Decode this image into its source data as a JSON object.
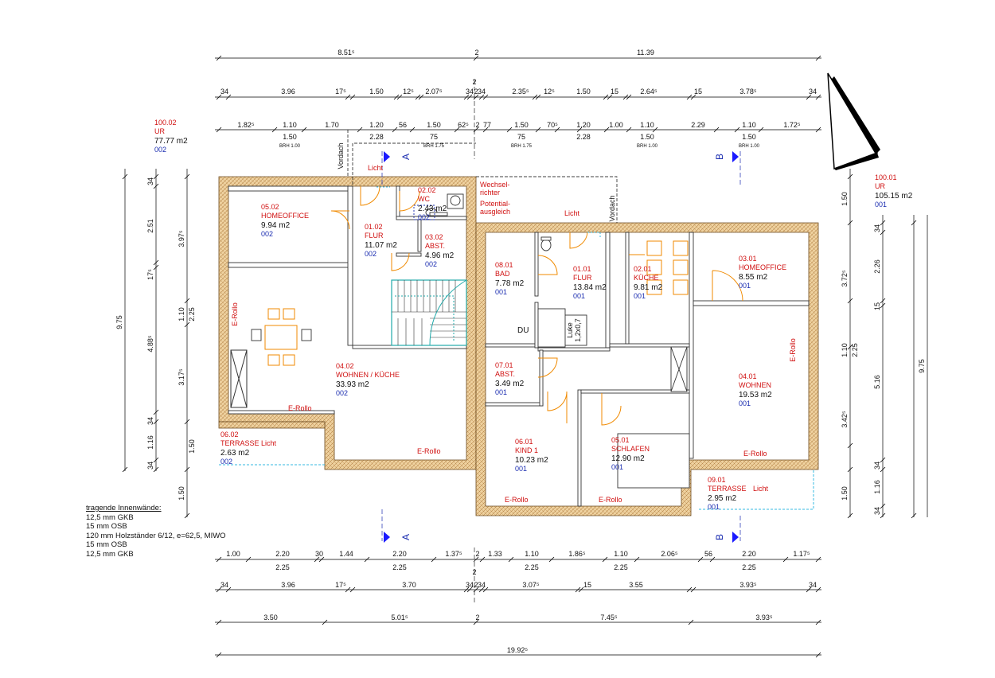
{
  "rooms": [
    {
      "num": "05.02",
      "name": "HOMEOFFICE",
      "area": "9.94 m2",
      "level": "002"
    },
    {
      "num": "01.02",
      "name": "FLUR",
      "area": "11.07 m2",
      "level": "002"
    },
    {
      "num": "02.02",
      "name": "WC",
      "area": "2.43 m2",
      "level": "002"
    },
    {
      "num": "03.02",
      "name": "ABST.",
      "area": "4.96 m2",
      "level": "002"
    },
    {
      "num": "04.02",
      "name": "WOHNEN / KÜCHE",
      "area": "33.93 m2",
      "level": "002"
    },
    {
      "num": "06.02",
      "name": "TERRASSE",
      "area": "2.63 m2",
      "level": "002"
    },
    {
      "num": "08.01",
      "name": "BAD",
      "area": "7.78 m2",
      "level": "001"
    },
    {
      "num": "01.01",
      "name": "FLUR",
      "area": "13.84 m2",
      "level": "001"
    },
    {
      "num": "02.01",
      "name": "KÜCHE",
      "area": "9.81 m2",
      "level": "001"
    },
    {
      "num": "03.01",
      "name": "HOMEOFFICE",
      "area": "8.55 m2",
      "level": "001"
    },
    {
      "num": "07.01",
      "name": "ABST.",
      "area": "3.49 m2",
      "level": "001"
    },
    {
      "num": "04.01",
      "name": "WOHNEN",
      "area": "19.53 m2",
      "level": "001"
    },
    {
      "num": "06.01",
      "name": "KIND 1",
      "area": "10.23 m2",
      "level": "001"
    },
    {
      "num": "05.01",
      "name": "SCHLAFEN",
      "area": "12.90 m2",
      "level": "001"
    },
    {
      "num": "09.01",
      "name": "TERRASSE",
      "area": "2.95 m2",
      "level": "001"
    }
  ],
  "units": [
    {
      "num": "100.02",
      "name": "UR",
      "area": "77.77 m2",
      "level": "002"
    },
    {
      "num": "100.01",
      "name": "UR",
      "area": "105.15 m2",
      "level": "001"
    }
  ],
  "labels": {
    "licht": "Licht",
    "erollo": "E-Rollo",
    "vordach": "Vordach",
    "wechsel1": "Wechsel-",
    "wechsel2": "richter",
    "pot1": "Potential-",
    "pot2": "ausgleich",
    "du": "DU",
    "luke1": "Luke",
    "luke2": "1,2x0,7",
    "sectionA": "A",
    "sectionB": "B"
  },
  "dims_top": {
    "r1": [
      "8.51⁵",
      "2",
      "11.39"
    ],
    "r2": [
      "34",
      "3.96",
      "17⁵",
      "1.50",
      "12⁵",
      "2.07⁵",
      "34",
      "2",
      "34",
      "2.35⁵",
      "12⁵",
      "1.50",
      "15",
      "2.64⁵",
      "15",
      "3.78⁵",
      "34"
    ],
    "r3a": [
      "1.82⁵",
      "1.10",
      "1.70",
      "1.20",
      "56",
      "1.50",
      "62⁵",
      "2",
      "77",
      "1.50",
      "70⁵",
      "1.20",
      "1.00",
      "1.10",
      "2.29",
      "1.10",
      "1.72⁵"
    ],
    "r3b": [
      "1.50",
      "2.28",
      "75",
      "75",
      "2.28",
      "1.50",
      "1.50"
    ],
    "r3c": [
      "BRH 1.00",
      "BRH 1.75",
      "BRH 1.75",
      "BRH 1.00",
      "BRH 1.00"
    ]
  },
  "dims_bottom": {
    "r1": [
      "1.00",
      "2.20",
      "30",
      "1.44",
      "2.20",
      "1.37⁵",
      "2",
      "1.33",
      "1.10",
      "1.86⁵",
      "1.10",
      "2.06⁵",
      "56",
      "2.20",
      "1.17⁵"
    ],
    "r1b": [
      "2.25",
      "2.25",
      "2.25",
      "2.25",
      "2.25"
    ],
    "r2": [
      "34",
      "3.96",
      "17⁵",
      "3.70",
      "34",
      "2",
      "34",
      "3.07⁵",
      "15",
      "3.55",
      "3.93⁵",
      "34"
    ],
    "r3": [
      "3.50",
      "5.01⁵",
      "2",
      "7.45⁵",
      "3.93⁵"
    ],
    "r4": [
      "19.92⁵"
    ]
  },
  "dims_left": {
    "outer": "9.75",
    "a": [
      "34",
      "2.51",
      "17⁵",
      "4.88⁵",
      "34",
      "1.16",
      "34"
    ],
    "b": [
      "3.97⁵",
      "1.10",
      "3.17⁵",
      "1.50"
    ],
    "c": [
      "2.25",
      "1.50"
    ]
  },
  "dims_right": {
    "outer": "9.75",
    "a": [
      "1.50",
      "3.72⁵",
      "1.10",
      "3.42⁵",
      "1.50"
    ],
    "b": [
      "2.25"
    ],
    "c": [
      "34",
      "2.26",
      "15",
      "5.16",
      "34",
      "1.16",
      "34"
    ]
  },
  "notes": {
    "title": "tragende Innenwände:",
    "lines": [
      "12,5 mm GKB",
      "15 mm OSB",
      "120 mm Holzständer 6/12, e=62,5, MIWO",
      "15 mm OSB",
      "12,5 mm GKB"
    ]
  },
  "colors": {
    "wall": "#e8c48a",
    "wallStroke": "#6b4a1e",
    "door": "#f08a00",
    "room": "#d01010",
    "area": "#111111",
    "level": "#1a2cb0",
    "marker": "#1a1aff",
    "light": "#35b8e0"
  }
}
